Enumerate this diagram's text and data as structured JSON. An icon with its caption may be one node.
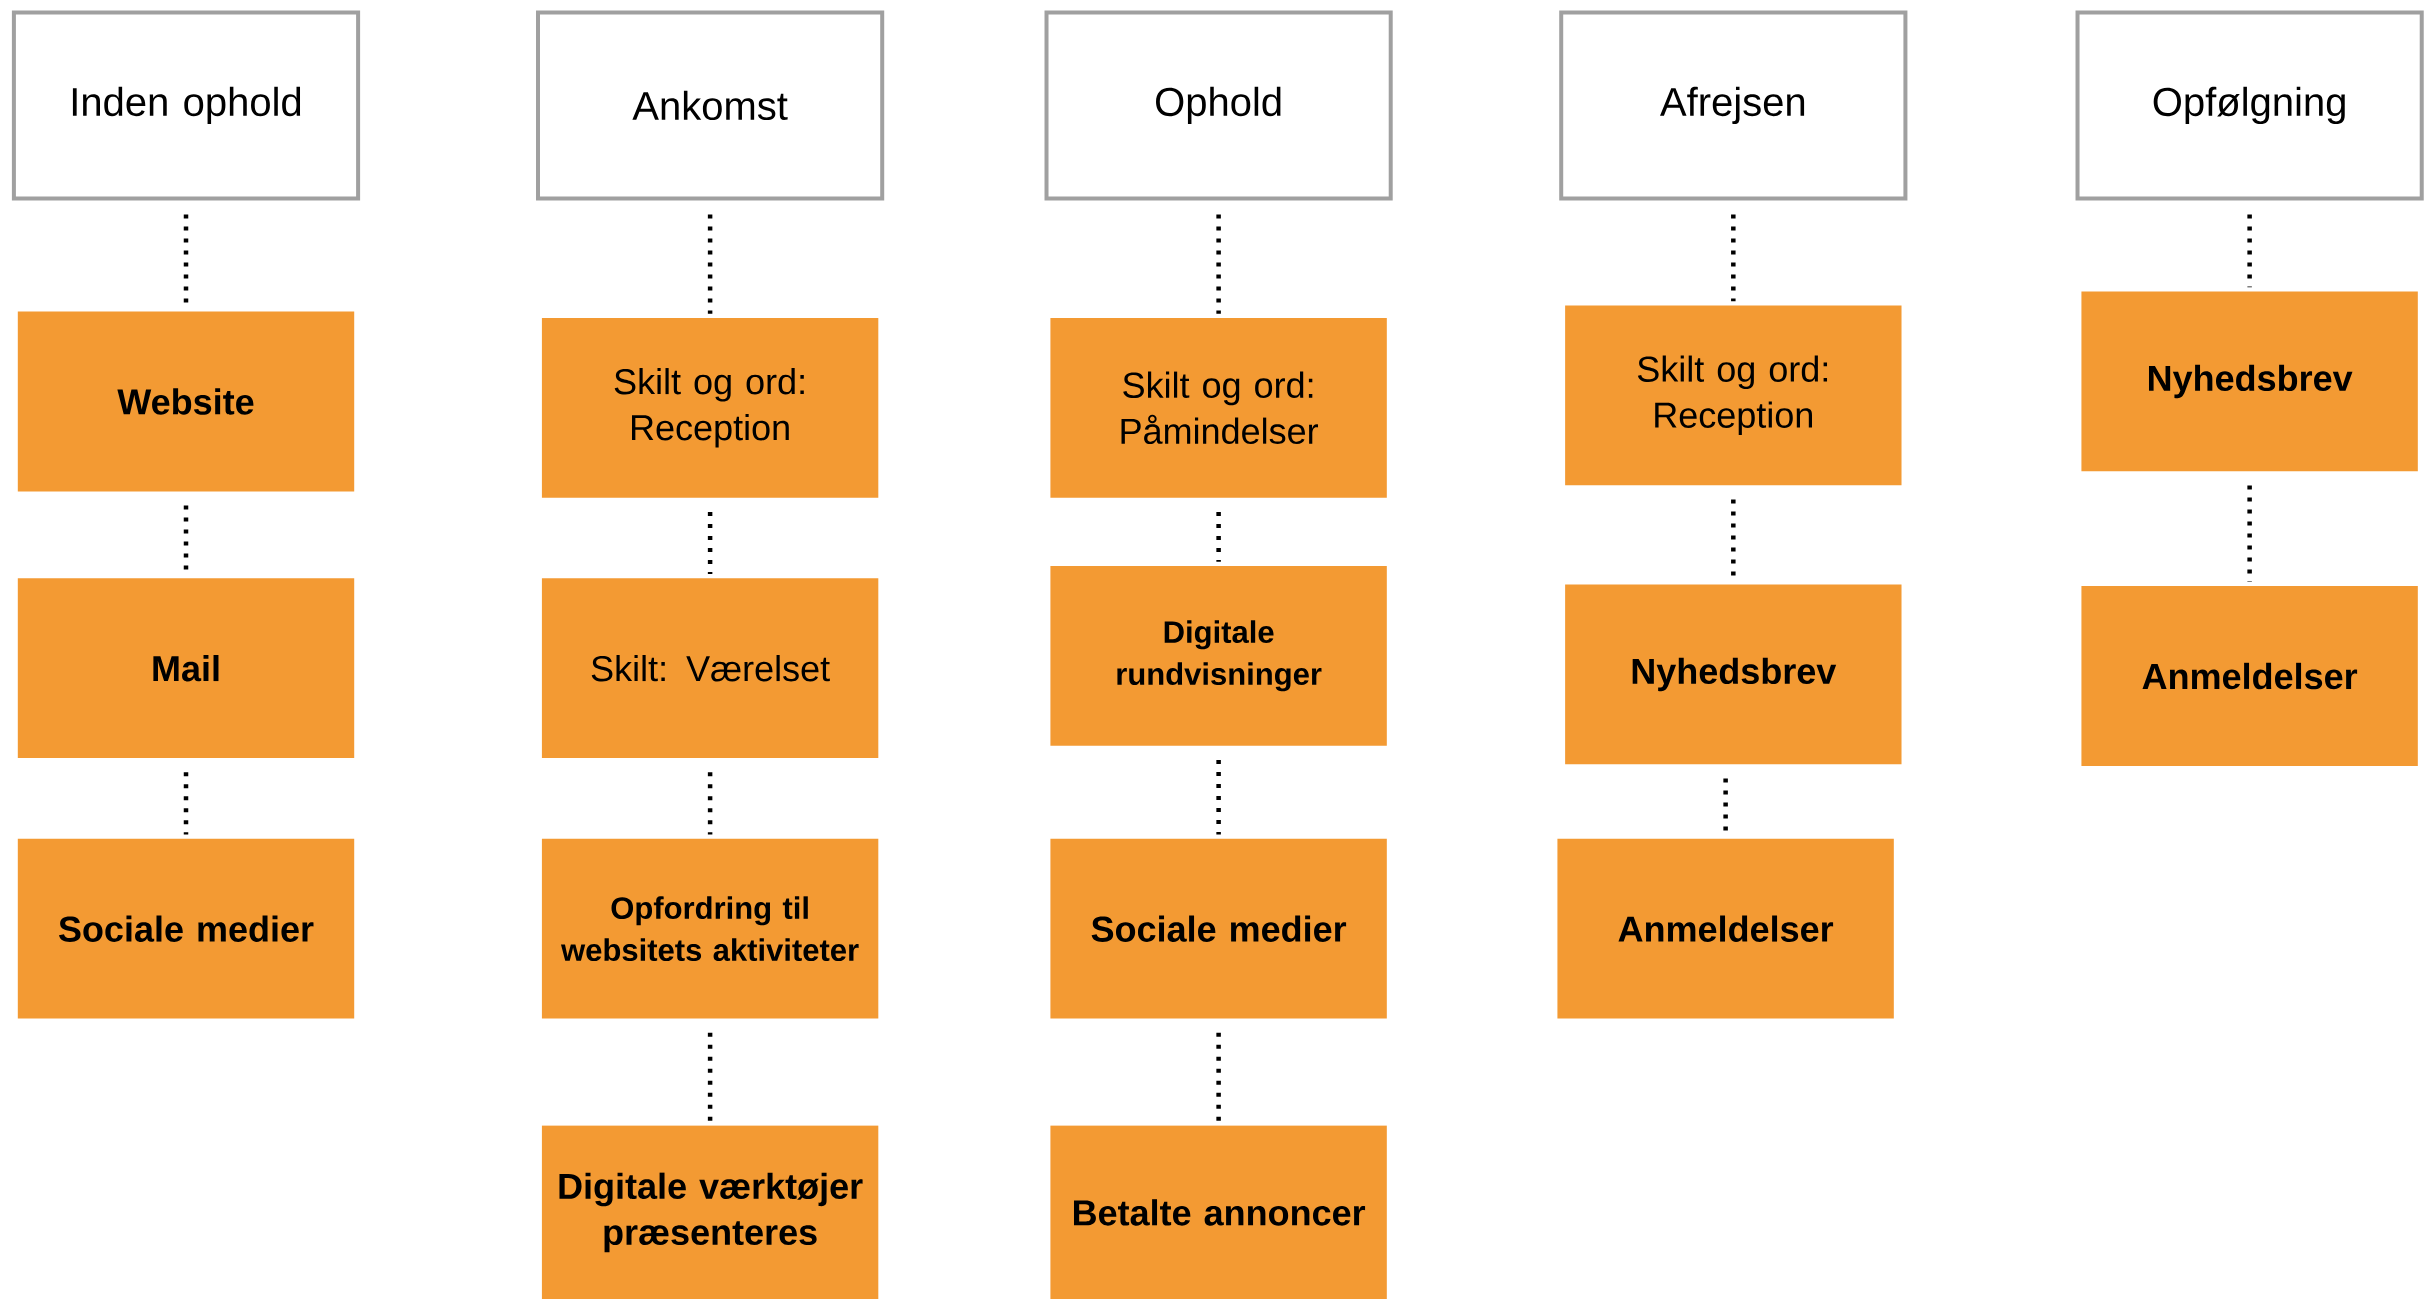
{
  "diagram": {
    "nodes": [
      {
        "text": [
          "Inden ophold"
        ]
      },
      {
        "text": [
          "Website"
        ]
      },
      {
        "text": [
          "Mail"
        ]
      },
      {
        "text": [
          "Sociale medier"
        ]
      },
      {
        "text": [
          "Ankomst"
        ]
      },
      {
        "text": [
          "Skilt og ord: Reception"
        ]
      },
      {
        "text": [
          "Skilt: Værelset"
        ]
      },
      {
        "text": [
          "Opfordring til websitets aktiviteter"
        ]
      },
      {
        "text": [
          "Digitale værktøjer præsenteres"
        ]
      },
      {
        "text": [
          "Ophold"
        ]
      },
      {
        "text": [
          "Skilt og ord: Påmindelser"
        ]
      },
      {
        "text": [
          "Digitale rundvisninger"
        ]
      },
      {
        "text": [
          "Sociale medier"
        ]
      },
      {
        "text": [
          "Betalte annoncer"
        ]
      },
      {
        "text": [
          "Afrejsen"
        ]
      },
      {
        "text": [
          "Skilt og ord: Reception"
        ]
      },
      {
        "text": [
          "Nyhedsbrev"
        ]
      },
      {
        "text": [
          "Anmeldelser"
        ]
      },
      {
        "text": [
          "Opfølgning"
        ]
      },
      {
        "text": [
          "Nyhedsbrev"
        ]
      },
      {
        "text": [
          "Anmeldelser"
        ]
      }
    ],
    "edges": [
      {
        "from": 0,
        "to": 1,
        "arrow": "none"
      },
      {
        "from": 1,
        "to": 2,
        "arrow": "none"
      },
      {
        "from": 2,
        "to": 3,
        "arrow": "none"
      },
      {
        "from": 4,
        "to": 5,
        "arrow": "none"
      },
      {
        "from": 5,
        "to": 6,
        "arrow": "none"
      },
      {
        "from": 6,
        "to": 7,
        "arrow": "none"
      },
      {
        "from": 7,
        "to": 8,
        "arrow": "none"
      },
      {
        "from": 9,
        "to": 10,
        "arrow": "none"
      },
      {
        "from": 10,
        "to": 11,
        "arrow": "none"
      },
      {
        "from": 11,
        "to": 12,
        "arrow": "none"
      },
      {
        "from": 12,
        "to": 13,
        "arrow": "none"
      },
      {
        "from": 14,
        "to": 15,
        "arrow": "none"
      },
      {
        "from": 15,
        "to": 16,
        "arrow": "none"
      },
      {
        "from": 16,
        "to": 17,
        "arrow": "none"
      },
      {
        "from": 18,
        "to": 19,
        "arrow": "none"
      },
      {
        "from": 19,
        "to": 20,
        "arrow": "none"
      }
    ]
  }
}
